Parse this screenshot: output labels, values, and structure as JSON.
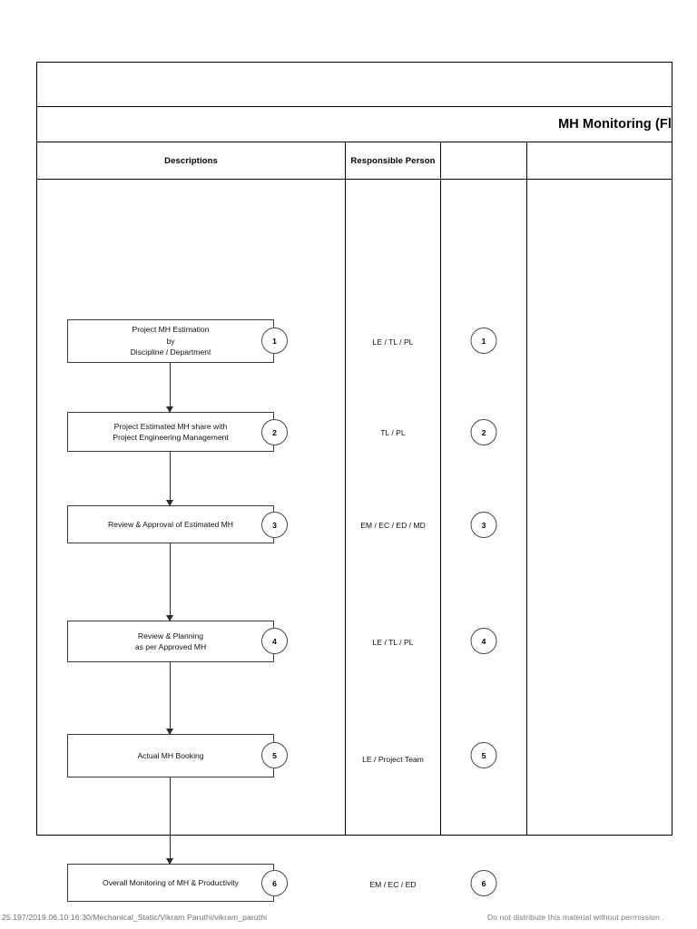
{
  "document": {
    "title": "MH Monitoring (Fl",
    "blank_band": "",
    "columns": [
      {
        "key": "descriptions",
        "header": "Descriptions"
      },
      {
        "key": "responsible_person",
        "header": "Responsible Person"
      },
      {
        "key": "reference",
        "header": ""
      },
      {
        "key": "extra",
        "header": ""
      }
    ],
    "steps": [
      {
        "number": "1",
        "ref_number": "1",
        "description_lines": [
          "Project MH Estimation",
          "by",
          "Discipline / Department"
        ],
        "responsible_person": "LE / TL / PL"
      },
      {
        "number": "2",
        "ref_number": "2",
        "description_lines": [
          "Project Estimated MH share with",
          "Project Engineering Management"
        ],
        "responsible_person": "TL / PL"
      },
      {
        "number": "3",
        "ref_number": "3",
        "description_lines": [
          "Review & Approval of Estimated MH"
        ],
        "responsible_person": "EM / EC / ED / MD"
      },
      {
        "number": "4",
        "ref_number": "4",
        "description_lines": [
          "Review & Planning",
          "as per Approved MH"
        ],
        "responsible_person": "LE / TL / PL"
      },
      {
        "number": "5",
        "ref_number": "5",
        "description_lines": [
          "Actual MH Booking"
        ],
        "responsible_person": "LE / Project Team"
      },
      {
        "number": "6",
        "ref_number": "6",
        "description_lines": [
          "Overall Monitoring of MH & Productivity"
        ],
        "responsible_person": "EM / EC / ED"
      }
    ]
  },
  "footer": {
    "left": "25.197/2019.06.10 16:30/Mechanical_Static/Vikram Paruthi/vikram_paruthi",
    "right": "Do not distribute this material without permission ."
  },
  "layout": {
    "box_tops": [
      154,
      256,
      359,
      486,
      611,
      754
    ],
    "box_heights": [
      48,
      44,
      42,
      46,
      48,
      42
    ],
    "connector_tops": [
      202,
      300,
      401,
      532,
      659
    ],
    "connector_hts": [
      54,
      59,
      85,
      79,
      95
    ],
    "resp_tops": [
      174,
      274,
      376,
      505,
      634,
      772
    ],
    "ref_tops": [
      163,
      266,
      368,
      495,
      620,
      763
    ]
  },
  "colors": {
    "ink": "#000000",
    "box_border": "#3b3b3b",
    "table_border": "#000000",
    "footer_text": "#6d6d6d",
    "page_background": "#ffffff"
  }
}
